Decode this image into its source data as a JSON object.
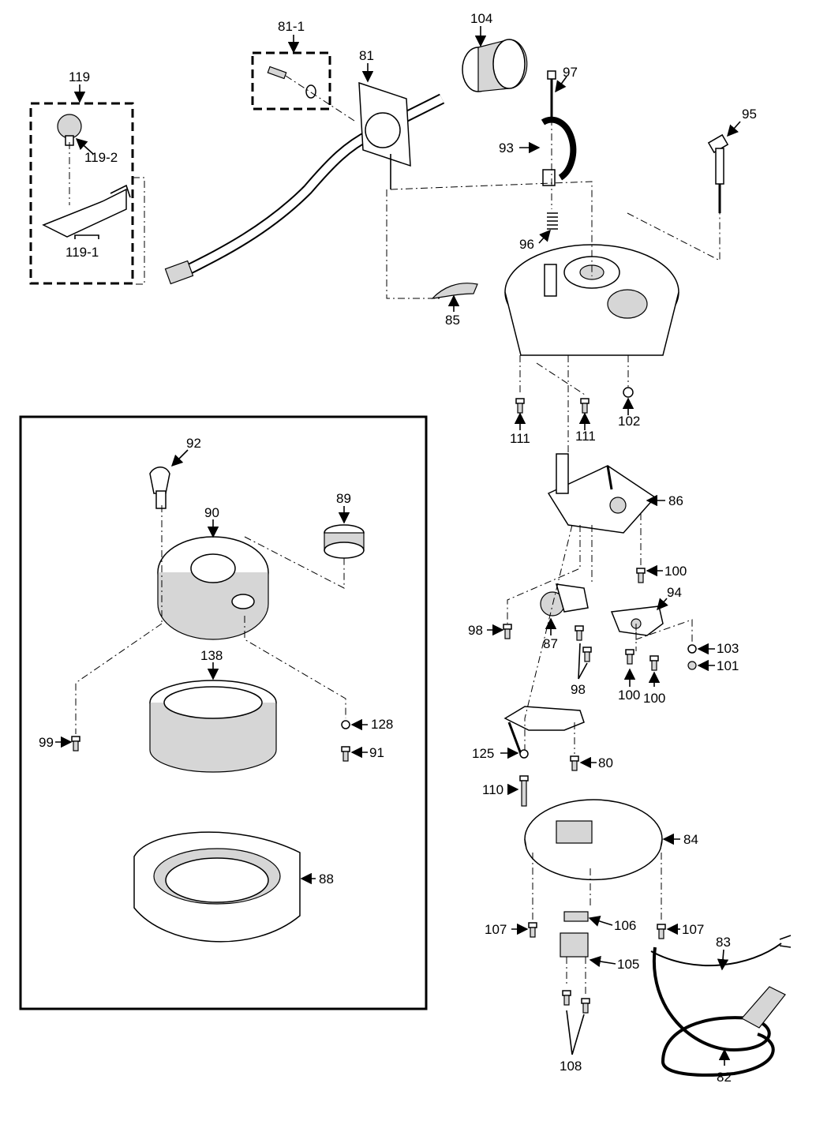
{
  "labels": {
    "p81_1": "81-1",
    "p81": "81",
    "p104": "104",
    "p119": "119",
    "p119_2": "119-2",
    "p119_1": "119-1",
    "p97": "97",
    "p93": "93",
    "p95": "95",
    "p96": "96",
    "p85": "85",
    "p111a": "111",
    "p111b": "111",
    "p102": "102",
    "p92": "92",
    "p89": "89",
    "p90": "90",
    "p138": "138",
    "p99": "99",
    "p128": "128",
    "p91": "91",
    "p88": "88",
    "p86": "86",
    "p100a": "100",
    "p94": "94",
    "p98a": "98",
    "p87": "87",
    "p98b": "98",
    "p103": "103",
    "p101": "101",
    "p100b": "100",
    "p100c": "100",
    "p125": "125",
    "p80": "80",
    "p110": "110",
    "p84": "84",
    "p107a": "107",
    "p106": "106",
    "p107b": "107",
    "p83": "83",
    "p105": "105",
    "p108": "108",
    "p82": "82"
  }
}
